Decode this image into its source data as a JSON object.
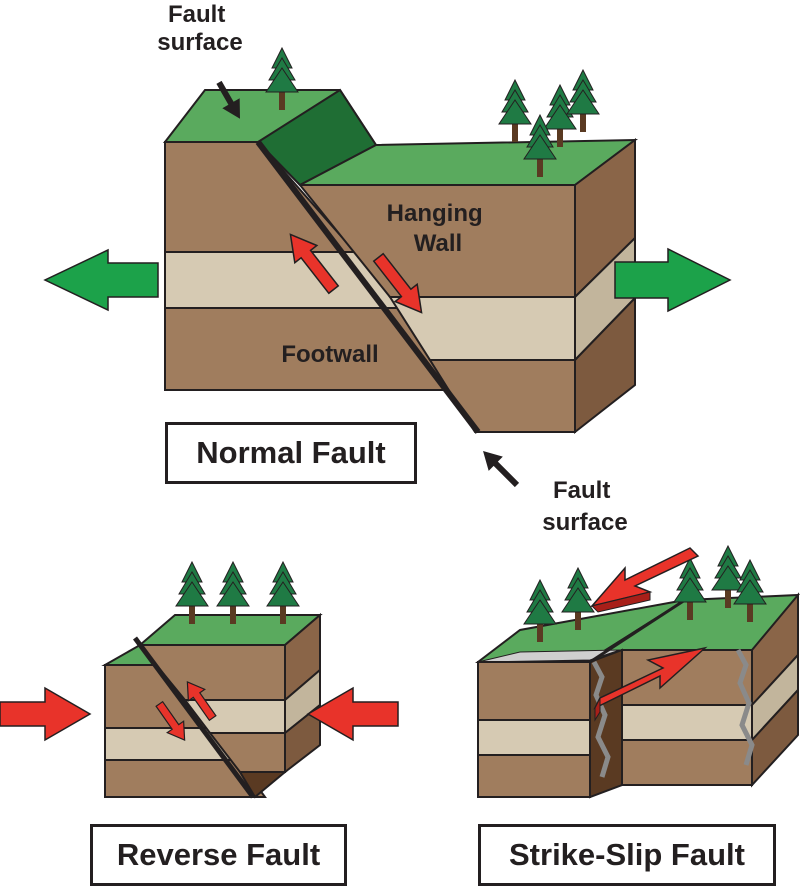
{
  "labels": {
    "fault_surface_top": [
      "Fault",
      "surface"
    ],
    "fault_surface_bottom": [
      "Fault",
      "surface"
    ],
    "hanging_wall": [
      "Hanging",
      "Wall"
    ],
    "footwall": "Footwall"
  },
  "titles": {
    "normal": "Normal Fault",
    "reverse": "Reverse Fault",
    "strike_slip": "Strike-Slip Fault"
  },
  "colors": {
    "rock_brown": "#a07d5e",
    "rock_dark": "#8a6548",
    "rock_side": "#7d5a3f",
    "sand_layer": "#d6cab3",
    "grass": "#5aaa5e",
    "grass_dark": "#1f6e34",
    "tree": "#1f7a44",
    "trunk": "#5a3a22",
    "red_arrow": "#e8332a",
    "green_arrow": "#1ca24a",
    "outline": "#231f20"
  },
  "icons": [
    "pine-tree-icon",
    "green-arrow-icon",
    "red-arrow-icon",
    "black-pointer-arrow-icon"
  ]
}
